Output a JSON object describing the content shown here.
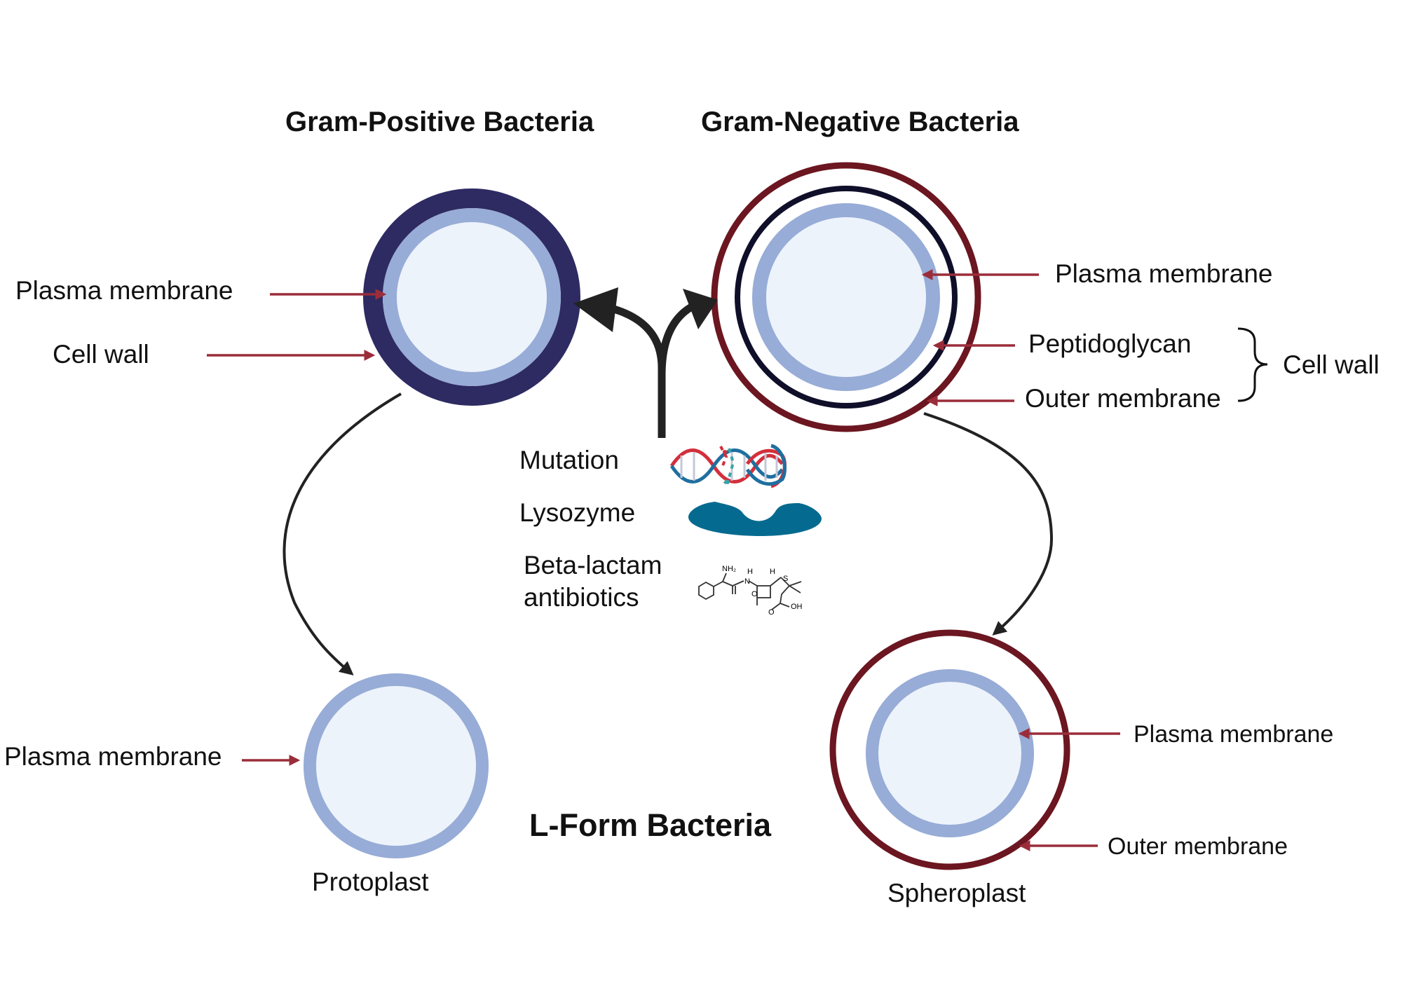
{
  "titles": {
    "gram_positive": "Gram-Positive Bacteria",
    "gram_negative": "Gram-Negative Bacteria",
    "l_form": "L-Form Bacteria"
  },
  "gram_positive": {
    "plasma_membrane": "Plasma membrane",
    "cell_wall": "Cell wall"
  },
  "gram_negative": {
    "plasma_membrane": "Plasma membrane",
    "peptidoglycan": "Peptidoglycan",
    "outer_membrane": "Outer membrane",
    "cell_wall": "Cell wall"
  },
  "agents": {
    "mutation": "Mutation",
    "lysozyme": "Lysozyme",
    "beta_lactam_line1": "Beta-lactam",
    "beta_lactam_line2": "antibiotics"
  },
  "molecule": {
    "nh2": "NH₂",
    "nh": "H",
    "n": "N",
    "h": "H",
    "s": "S",
    "o1": "O",
    "o2": "O",
    "oh": "OH"
  },
  "protoplast": {
    "plasma_membrane": "Plasma membrane",
    "name": "Protoplast"
  },
  "spheroplast": {
    "plasma_membrane": "Plasma membrane",
    "outer_membrane": "Outer membrane",
    "name": "Spheroplast"
  },
  "colors": {
    "arrow_red": "#9b2d3a",
    "outer_membrane": "#6b1620",
    "gram_pos_wall": "#2e2a62",
    "peptidoglycan": "#0f0f2a",
    "plasma_membrane": "#97acd6",
    "cytoplasm": "#edf3fb",
    "lysozyme": "#056a8f",
    "dna_red": "#d32f3c",
    "dna_blue": "#1f6f9f",
    "dna_teal": "#3aa3a6",
    "flow_arrow": "#222222"
  }
}
